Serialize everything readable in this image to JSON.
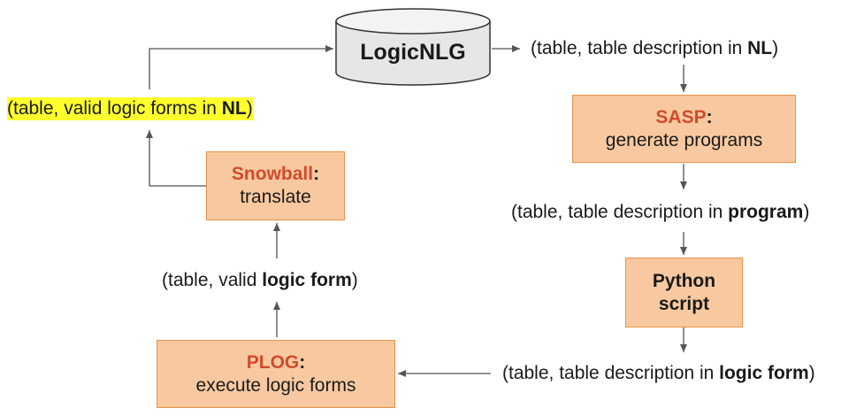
{
  "database": {
    "label": "LogicNLG"
  },
  "labels": {
    "nl_desc": {
      "pre": "(table, table description in ",
      "bold": "NL",
      "post": ")"
    },
    "program_desc": {
      "pre": "(table, table description in ",
      "bold": "program",
      "post": ")"
    },
    "logic_desc": {
      "pre": "(table, table description in ",
      "bold": "logic form",
      "post": ")"
    },
    "valid_logic": {
      "pre": "(table, valid ",
      "bold": "logic form",
      "post": ")"
    },
    "valid_nl": {
      "pre": "(table, valid logic forms in ",
      "bold": "NL",
      "post": ")"
    }
  },
  "boxes": {
    "sasp": {
      "name": "SASP",
      "colon": ":",
      "desc": "generate programs"
    },
    "python": {
      "line1": "Python",
      "line2": "script"
    },
    "plog": {
      "name": "PLOG",
      "colon": ":",
      "desc": "execute logic forms"
    },
    "snowball": {
      "name": "Snowball",
      "colon": ":",
      "desc": "translate"
    }
  },
  "colors": {
    "box_fill": "#f8c9a0",
    "box_border": "#e8924a",
    "accent_red": "#d24a2c",
    "highlight": "#ffff2e",
    "arrow": "#555555"
  }
}
